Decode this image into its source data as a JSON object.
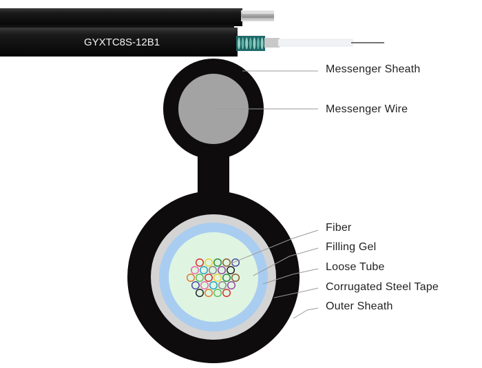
{
  "cable_model": "GYXTC8S-12B1",
  "labels": [
    {
      "id": "messenger-sheath",
      "text": "Messenger Sheath"
    },
    {
      "id": "messenger-wire",
      "text": "Messenger Wire"
    },
    {
      "id": "fiber",
      "text": "Fiber"
    },
    {
      "id": "filling-gel",
      "text": "Filling Gel"
    },
    {
      "id": "loose-tube",
      "text": "Loose Tube"
    },
    {
      "id": "corrugated-steel-tape",
      "text": "Corrugated Steel Tape"
    },
    {
      "id": "outer-sheath",
      "text": "Outer Sheath"
    }
  ],
  "colors": {
    "sheath": "#0e0c0c",
    "messenger_wire": "#a3a3a3",
    "steel_tape": "#d4d4d4",
    "loose_tube": "#a9cdf0",
    "filling_gel": "#dff5e2",
    "leader_line": "#9a9a9a"
  },
  "fiber_colors": [
    "#d92d2d",
    "#e8d33a",
    "#2a8a3a",
    "#8a5a2c",
    "#4a4aa0",
    "#ee66aa",
    "#24a0c8",
    "#888888",
    "#9a44aa",
    "#222222",
    "#e07a2a",
    "#5ac05a"
  ]
}
